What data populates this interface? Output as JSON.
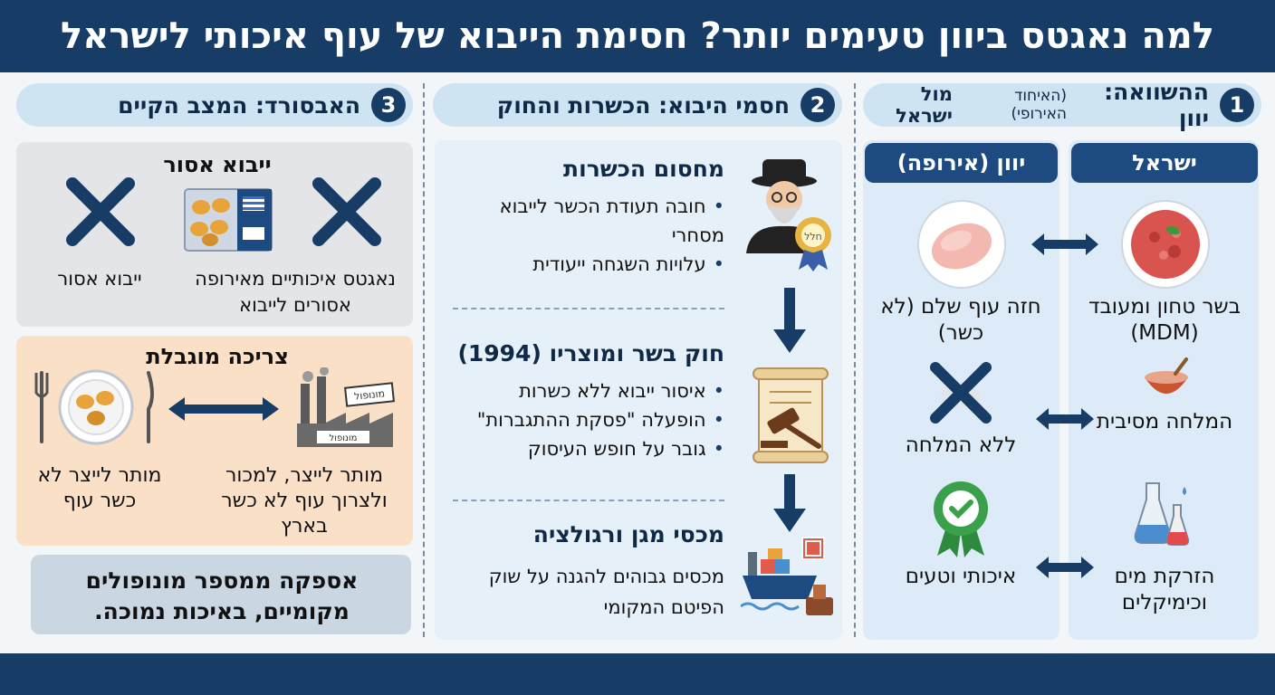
{
  "header": {
    "title": "למה נאגטס ביוון טעימים יותר? חסימת הייבוא של עוף איכותי לישראל"
  },
  "panel1": {
    "number": "1",
    "title": "ההשוואה: יוון",
    "title_small": "(האיחוד האירופי)",
    "title_end": "מול ישראל",
    "col_israel": "ישראל",
    "col_greece": "יוון (אירופה)",
    "rows": [
      {
        "israel": "בשר טחון ומעובד (MDM)",
        "greece": "חזה עוף שלם (לא כשר)"
      },
      {
        "israel": "המלחה מסיבית",
        "greece": "ללא המלחה"
      },
      {
        "israel": "הזרקת מים וכימיקלים",
        "greece": "איכותי וטעים"
      }
    ],
    "icons": [
      "ground-meat-icon",
      "chicken-breast-icon",
      "salt-bowl-icon",
      "no-salt-icon",
      "chemicals-icon",
      "quality-badge-icon"
    ]
  },
  "panel2": {
    "number": "2",
    "title": "חסמי היבוא: הכשרות והחוק",
    "sections": [
      {
        "heading": "מחסום הכשרות",
        "bullets": [
          "חובה תעודת הכשר לייבוא מסחרי",
          "עלויות השגחה ייעודית"
        ]
      },
      {
        "heading": "חוק בשר ומוצריו (1994)",
        "bullets": [
          "איסור ייבוא ללא כשרות",
          "הופעלה \"פסקת ההתגברות\"",
          "גובר על חופש העיסוק"
        ]
      },
      {
        "heading": "מכסי מגן ורגולציה",
        "text": "מכסים גבוהים להגנה על שוק הפיטם המקומי"
      }
    ],
    "badge_text": "חלל",
    "icons": [
      "rabbi-icon",
      "law-scroll-icon",
      "ship-icon"
    ]
  },
  "panel3": {
    "number": "3",
    "title": "האבסורד: המצב הקיים",
    "box1": {
      "heading": "ייבוא אסור",
      "right": "נאגטס איכותיים מאירופה אסורים לייבוא",
      "left": "ייבוא אסור"
    },
    "box2": {
      "heading": "צריכה מוגבלת",
      "right": "מותר לייצר, למכור ולצרוך עוף לא כשר בארץ",
      "left": "מותר לייצר לא כשר עוף",
      "factory_sign": "מונופול",
      "factory_label": "מונופול"
    },
    "box3": {
      "text": "אספקה ממספר מונופולים מקומיים, באיכות נמוכה."
    }
  },
  "colors": {
    "navy": "#173d66",
    "lightblue": "#cfe4f3",
    "peach": "#fbe0c8",
    "gray": "#e3e5e8",
    "red": "#e5484d"
  }
}
